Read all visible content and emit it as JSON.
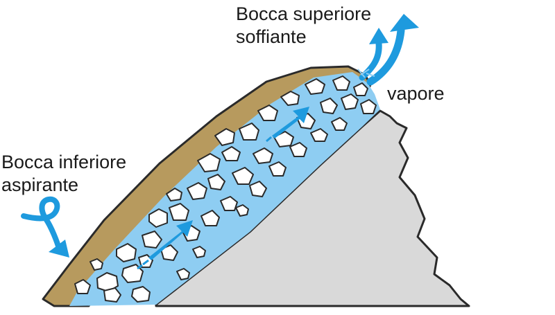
{
  "labels": {
    "upper_vent_line1": "Bocca superiore",
    "upper_vent_line2": "soffiante",
    "vapor": "vapore",
    "lower_vent_line1": "Bocca inferiore",
    "lower_vent_line2": "aspirante"
  },
  "colors": {
    "bedrock": "#d9d9d9",
    "soil": "#b79a5e",
    "airflow": "#8ecdf2",
    "arrow": "#1e9ade",
    "rock_fill": "#ffffff",
    "outline": "#2a2a2a"
  },
  "icons": {
    "inflow_arrow": "curled-arrow-icon",
    "airflow_arrows": "flow-arrow-icon",
    "outflow_arrows": "curved-up-arrow-icon"
  }
}
